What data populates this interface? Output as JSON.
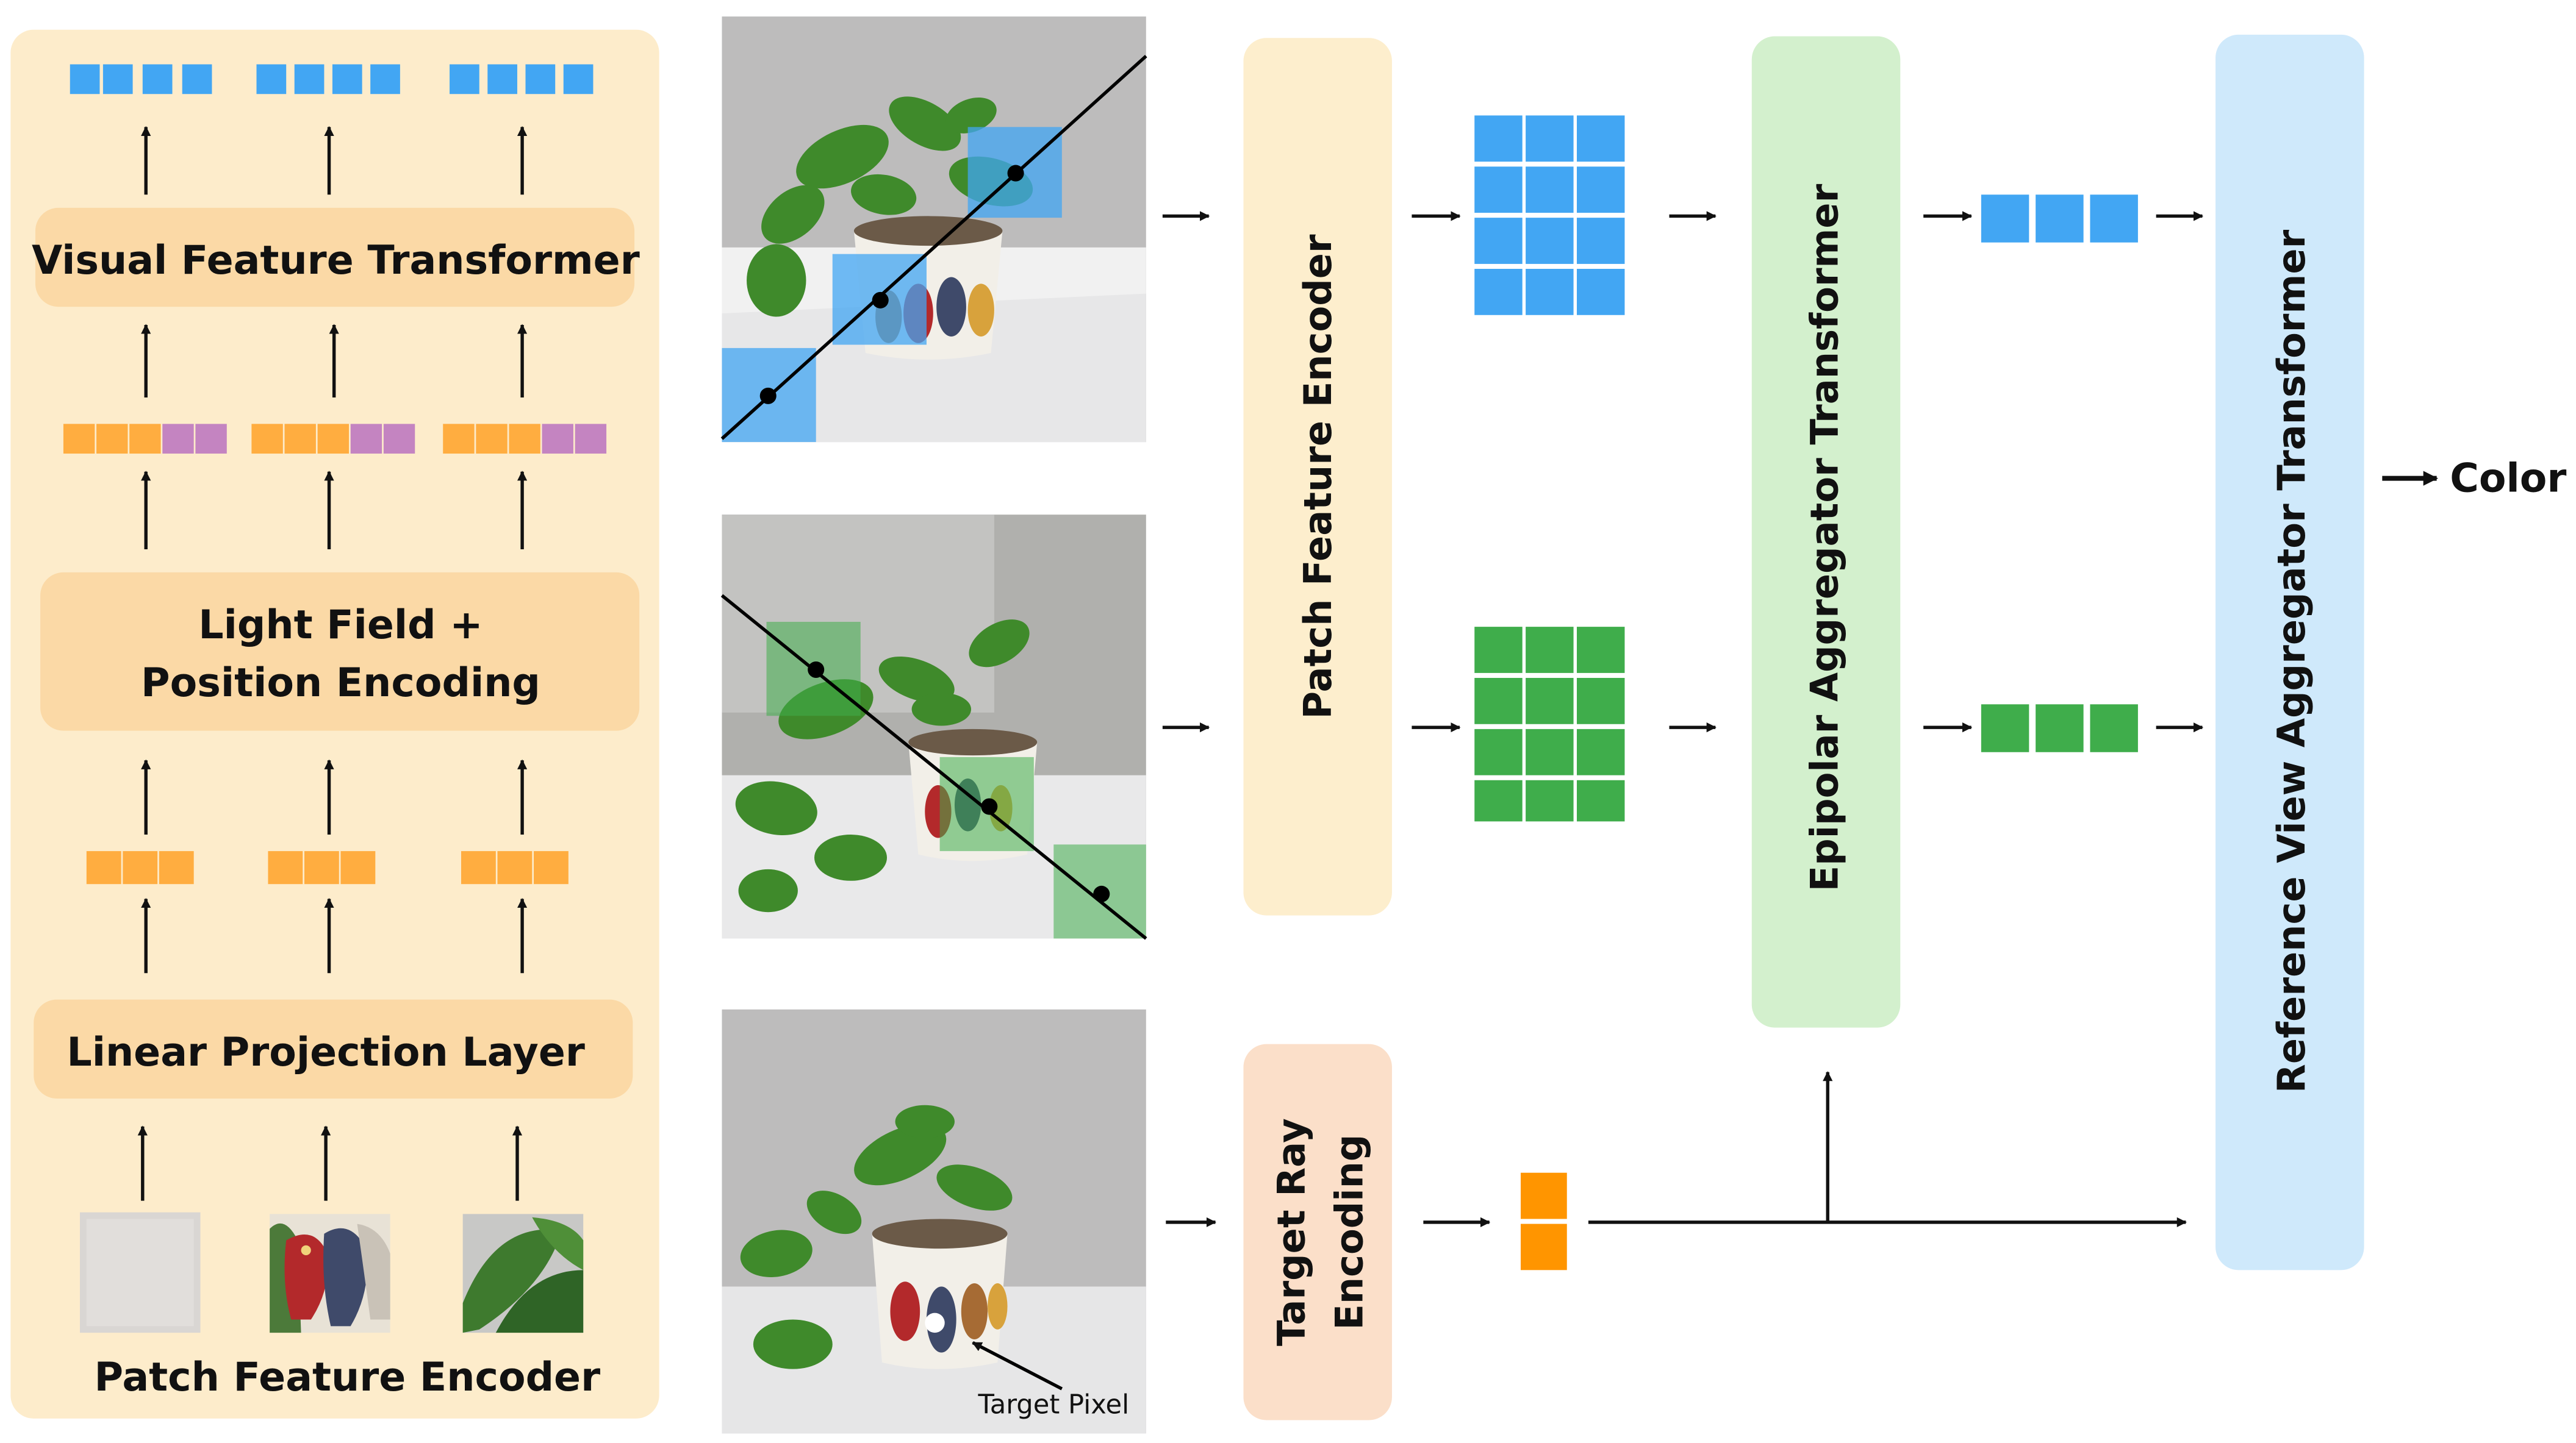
{
  "encoder_panel": {
    "visual_feature_transformer": "Visual Feature Transformer",
    "light_field_line1": "Light Field +",
    "light_field_line2": "Position Encoding",
    "linear_projection": "Linear Projection Layer",
    "caption": "Patch Feature Encoder"
  },
  "pipeline": {
    "patch_feature_encoder": "Patch Feature Encoder",
    "epipolar_aggregator": "Epipolar Aggregator Transformer",
    "reference_view_aggregator": "Reference View Aggregator Transformer",
    "target_ray_line1": "Target Ray",
    "target_ray_line2": "Encoding",
    "output_label": "Color",
    "target_pixel_label": "Target Pixel"
  },
  "colors": {
    "panel_bg": "#fdeccb",
    "block_bg": "#fbd9a6",
    "patch_encoder_bg": "#fdeecd",
    "epipolar_bg": "#d3f0cd",
    "reference_bg": "#cfe9fb",
    "target_ray_bg": "#fbdfc9",
    "blue_token": "#42a6f3",
    "green_token": "#3fad4b",
    "orange_token": "#ffad40",
    "purple_token": "#c484c1",
    "target_token": "#ff9500"
  }
}
